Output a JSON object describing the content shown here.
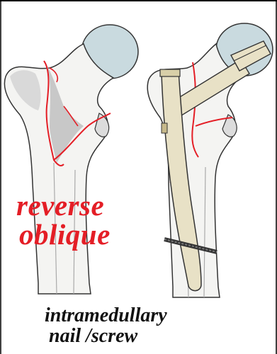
{
  "labels": {
    "fracture_line1": "reverse",
    "fracture_line2": "oblique",
    "fixation_line1": "intramedullary",
    "fixation_line2": "nail /screw"
  },
  "colors": {
    "fracture": "#e41e26",
    "bone": "#f4f4f2",
    "bone_shadow": "#c9c9c9",
    "femoral_head": "#c9dadf",
    "implant": "#e8e1c6",
    "outline": "#333333",
    "frame": "#000000"
  }
}
